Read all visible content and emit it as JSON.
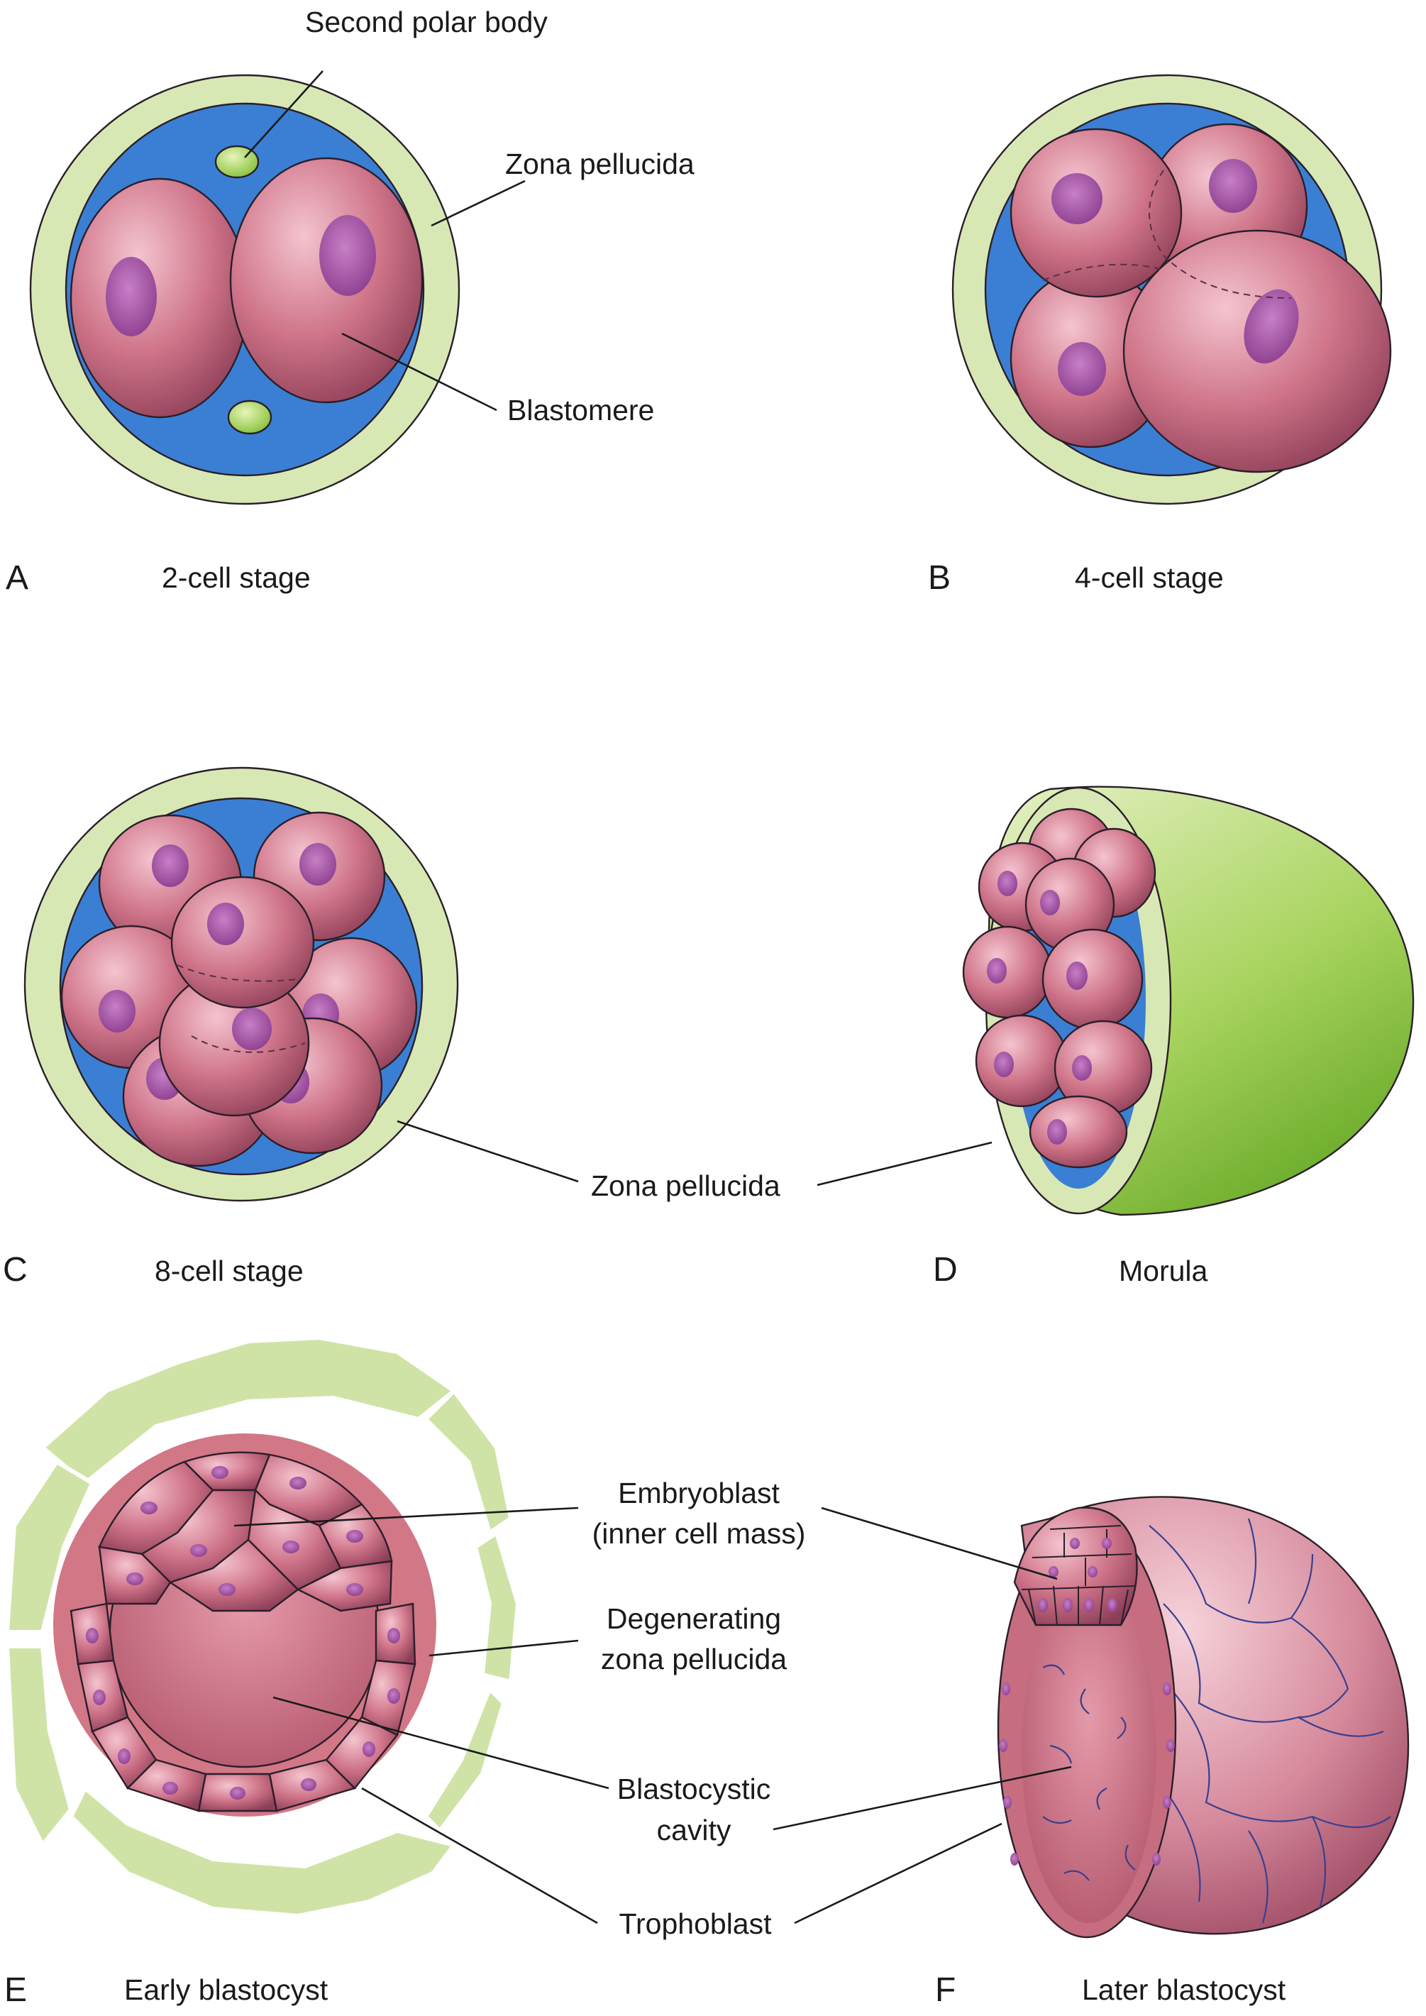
{
  "colors": {
    "zona": "#d8e8b4",
    "zona_shell_dark": "#7fba3a",
    "perivitelline_space": "#3b7fd4",
    "cell_pink": "#c9697f",
    "nucleus": "#a45aa8",
    "polar_body": "#a9d65a",
    "blastocyst_rim": "#cf6f7e",
    "cavity": "#c4677a",
    "network_lines": "#3a3f8f"
  },
  "panels": [
    {
      "letter": "A",
      "caption": "2-cell stage"
    },
    {
      "letter": "B",
      "caption": "4-cell stage"
    },
    {
      "letter": "C",
      "caption": "8-cell stage"
    },
    {
      "letter": "D",
      "caption": "Morula"
    },
    {
      "letter": "E",
      "caption": "Early blastocyst"
    },
    {
      "letter": "F",
      "caption": "Later blastocyst"
    }
  ],
  "labels": {
    "second_polar_body": "Second polar body",
    "zona_pellucida_a": "Zona pellucida",
    "blastomere": "Blastomere",
    "zona_pellucida_cd": "Zona pellucida",
    "embryoblast_line1": "Embryoblast",
    "embryoblast_line2": "(inner cell mass)",
    "degenerating_line1": "Degenerating",
    "degenerating_line2": "zona pellucida",
    "blastocystic_line1": "Blastocystic",
    "blastocystic_line2": "cavity",
    "trophoblast": "Trophoblast"
  }
}
